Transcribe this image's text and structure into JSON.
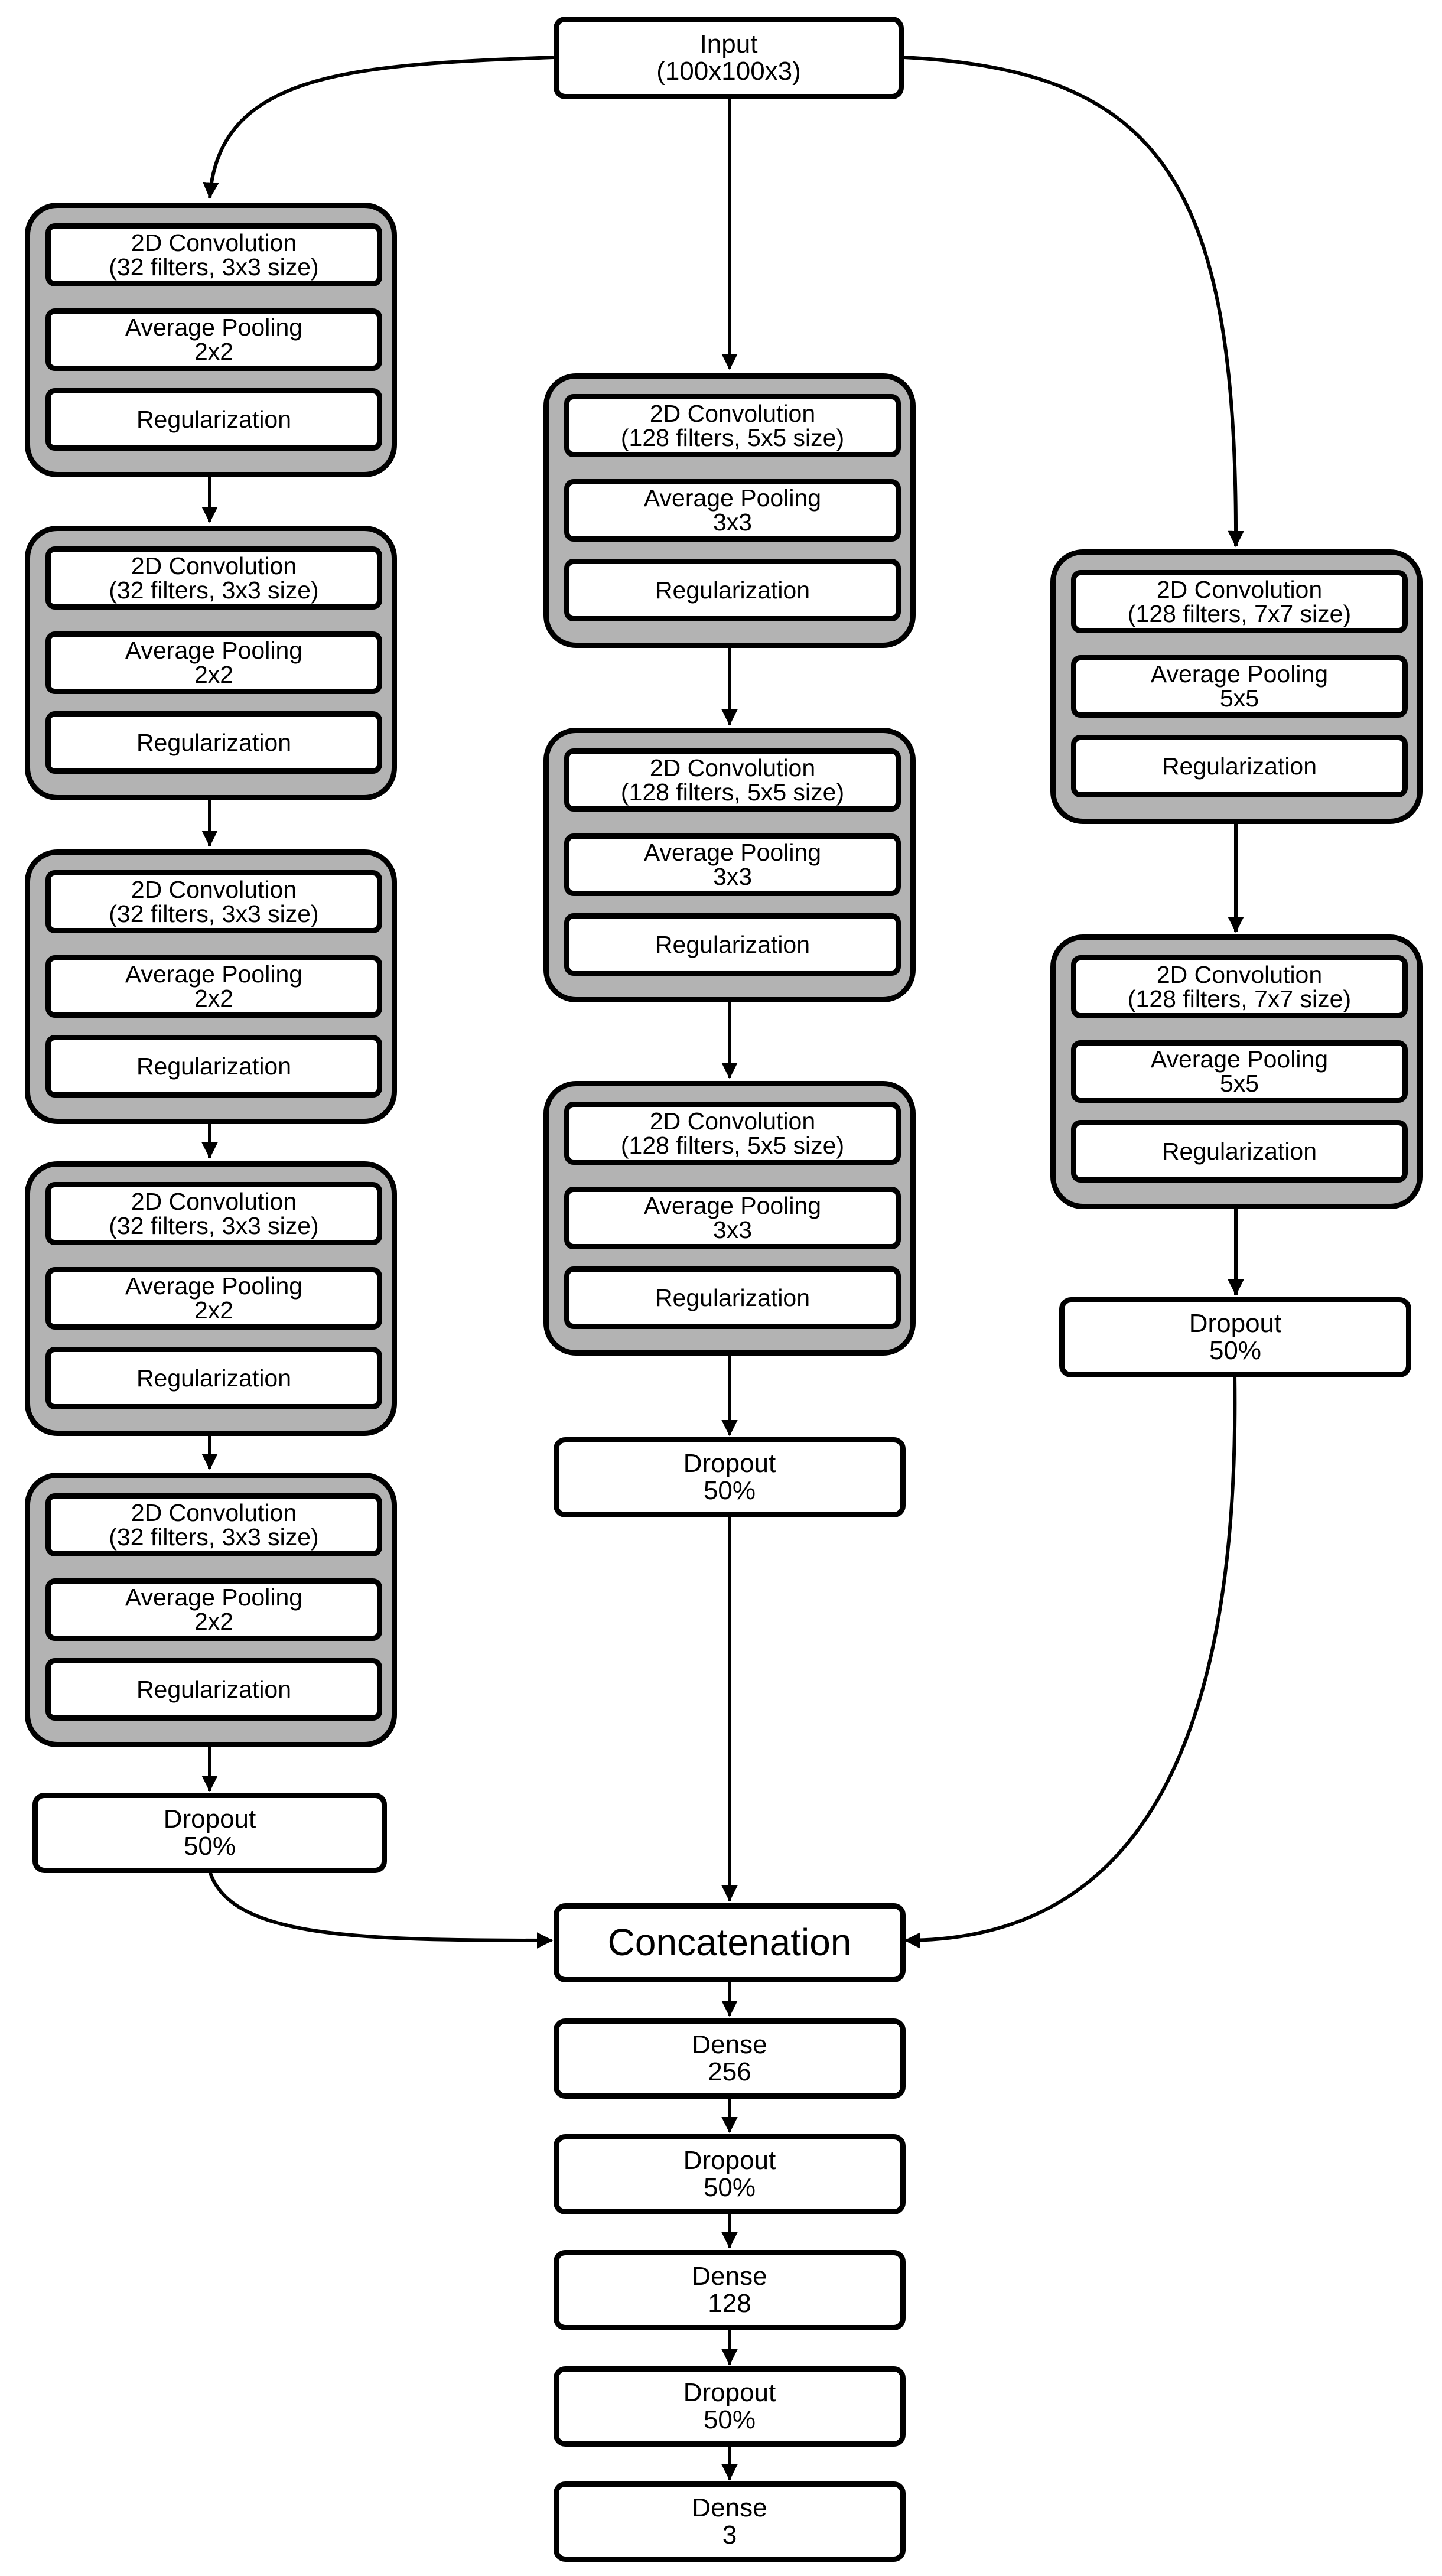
{
  "diagram": {
    "input": {
      "line1": "Input",
      "line2": "(100x100x3)"
    },
    "branch_left": {
      "blocks": [
        {
          "conv1": "2D Convolution",
          "conv2": "(32 filters, 3x3 size)",
          "pool1": "Average Pooling",
          "pool2": "2x2",
          "reg": "Regularization"
        },
        {
          "conv1": "2D Convolution",
          "conv2": "(32 filters, 3x3 size)",
          "pool1": "Average Pooling",
          "pool2": "2x2",
          "reg": "Regularization"
        },
        {
          "conv1": "2D Convolution",
          "conv2": "(32 filters, 3x3 size)",
          "pool1": "Average Pooling",
          "pool2": "2x2",
          "reg": "Regularization"
        },
        {
          "conv1": "2D Convolution",
          "conv2": "(32 filters, 3x3 size)",
          "pool1": "Average Pooling",
          "pool2": "2x2",
          "reg": "Regularization"
        },
        {
          "conv1": "2D Convolution",
          "conv2": "(32 filters, 3x3 size)",
          "pool1": "Average Pooling",
          "pool2": "2x2",
          "reg": "Regularization"
        }
      ],
      "dropout": {
        "line1": "Dropout",
        "line2": "50%"
      }
    },
    "branch_middle": {
      "blocks": [
        {
          "conv1": "2D Convolution",
          "conv2": "(128 filters, 5x5 size)",
          "pool1": "Average Pooling",
          "pool2": "3x3",
          "reg": "Regularization"
        },
        {
          "conv1": "2D Convolution",
          "conv2": "(128 filters, 5x5 size)",
          "pool1": "Average Pooling",
          "pool2": "3x3",
          "reg": "Regularization"
        },
        {
          "conv1": "2D Convolution",
          "conv2": "(128 filters, 5x5 size)",
          "pool1": "Average Pooling",
          "pool2": "3x3",
          "reg": "Regularization"
        }
      ],
      "dropout": {
        "line1": "Dropout",
        "line2": "50%"
      }
    },
    "branch_right": {
      "blocks": [
        {
          "conv1": "2D Convolution",
          "conv2": "(128 filters, 7x7 size)",
          "pool1": "Average Pooling",
          "pool2": "5x5",
          "reg": "Regularization"
        },
        {
          "conv1": "2D Convolution",
          "conv2": "(128 filters, 7x7 size)",
          "pool1": "Average Pooling",
          "pool2": "5x5",
          "reg": "Regularization"
        }
      ],
      "dropout": {
        "line1": "Dropout",
        "line2": "50%"
      }
    },
    "concatenation": "Concatenation",
    "head": [
      {
        "line1": "Dense",
        "line2": "256"
      },
      {
        "line1": "Dropout",
        "line2": "50%"
      },
      {
        "line1": "Dense",
        "line2": "128"
      },
      {
        "line1": "Dropout",
        "line2": "50%"
      },
      {
        "line1": "Dense",
        "line2": "3"
      }
    ]
  }
}
